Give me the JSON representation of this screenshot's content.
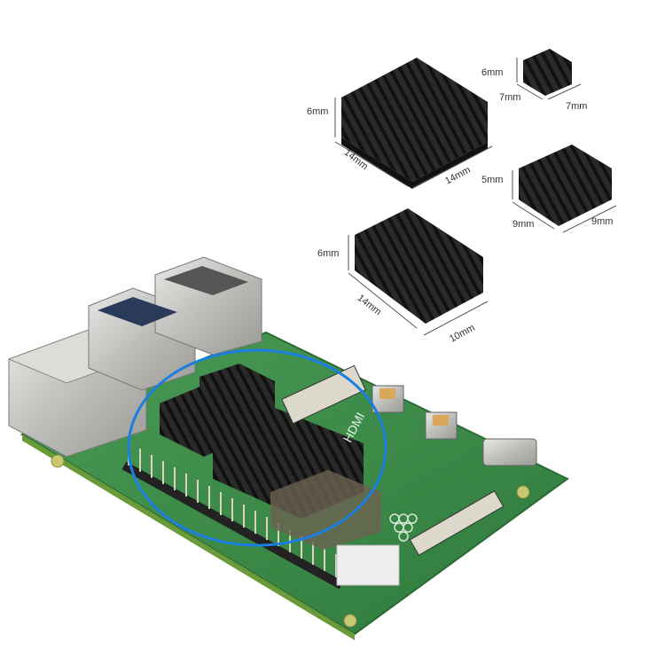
{
  "image": {
    "subject": "Raspberry Pi 4 board with aluminum heatsinks installed, plus four separate heatsinks with dimensions",
    "highlight_color": "#1a7fe0",
    "board_color": "#3f8a4a",
    "heatsink_color": "#1e1e1e"
  },
  "heatsinks": [
    {
      "name": "large-square",
      "height": "6mm",
      "depth": "14mm",
      "width": "14mm"
    },
    {
      "name": "small-square",
      "height": "6mm",
      "depth": "7mm",
      "width": "7mm"
    },
    {
      "name": "medium-square",
      "height": "5mm",
      "depth": "9mm",
      "width": "9mm"
    },
    {
      "name": "rectangular",
      "height": "6mm",
      "depth": "14mm",
      "width": "10mm"
    }
  ],
  "board_labels": {
    "hdmi": "HDMI"
  }
}
